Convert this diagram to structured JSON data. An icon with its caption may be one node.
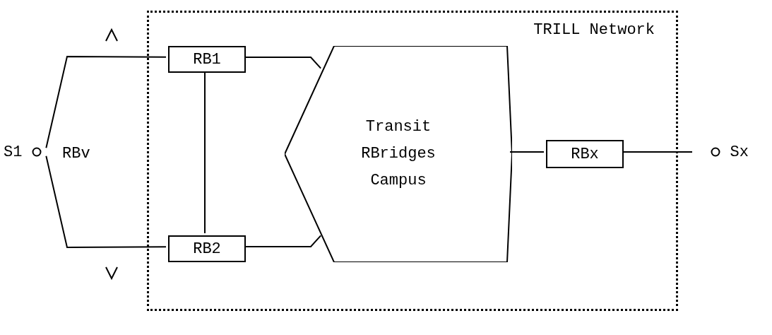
{
  "diagram": {
    "nodes": [
      {
        "text": [
          "TRILL Network"
        ]
      },
      {
        "text": [
          "S1"
        ]
      },
      {
        "text": [
          "RB1"
        ],
        "in": 0
      },
      {
        "text": [
          "RB2"
        ],
        "in": 0
      },
      {
        "text": [
          "Transit RBridges Campus"
        ],
        "in": 0
      },
      {
        "text": [
          "RBx"
        ],
        "in": 0
      },
      {
        "text": [
          "Sx"
        ]
      }
    ],
    "edges": [
      {
        "from": 1,
        "to": 2,
        "arrow": "none"
      },
      {
        "from": 1,
        "to": 3,
        "arrow": "none"
      },
      {
        "from": 2,
        "to": 3,
        "arrow": "none"
      },
      {
        "from": 2,
        "to": 4,
        "arrow": "none"
      },
      {
        "from": 3,
        "to": 4,
        "arrow": "none"
      },
      {
        "from": 4,
        "to": 5,
        "arrow": "none"
      },
      {
        "from": 5,
        "to": 6,
        "arrow": "none"
      }
    ],
    "labels": [
      "RBv"
    ]
  }
}
